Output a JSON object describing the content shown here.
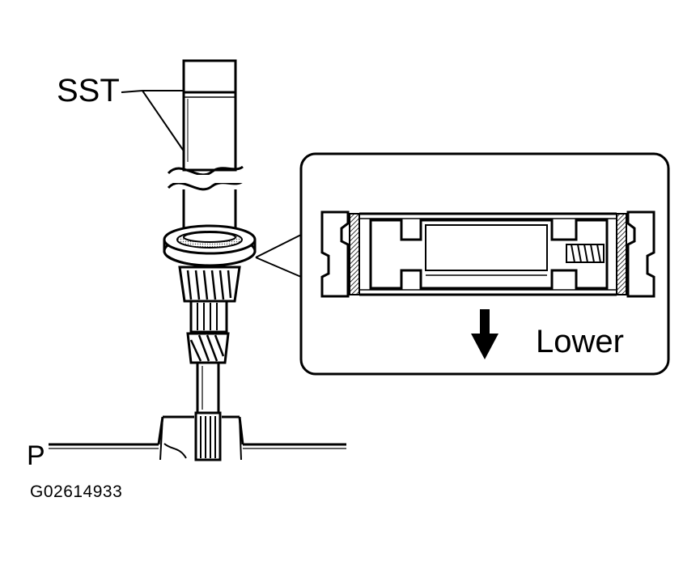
{
  "labels": {
    "sst": "SST",
    "lower": "Lower",
    "part_p": "P",
    "figure_code": "G02614933"
  },
  "icons": {
    "direction": "down-arrow-icon"
  },
  "colors": {
    "ink": "#000000",
    "paper": "#ffffff",
    "shade": "#9a9a9a"
  }
}
